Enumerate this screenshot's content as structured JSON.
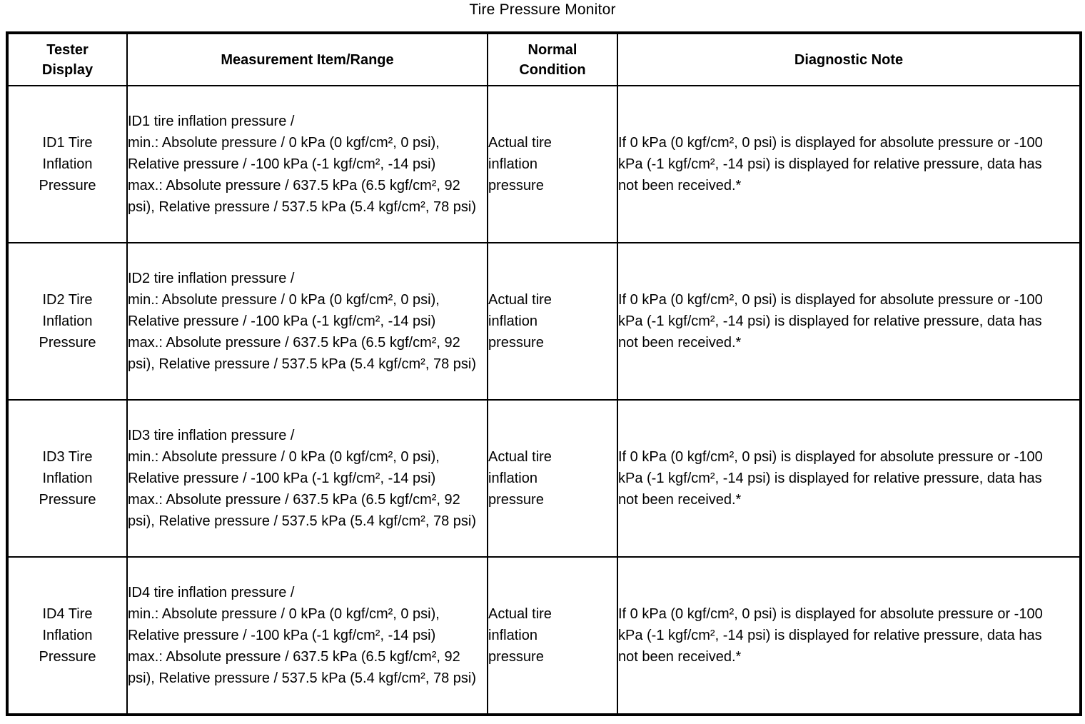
{
  "title": "Tire Pressure Monitor",
  "table": {
    "headers": {
      "tester_display": "Tester Display",
      "measurement": "Measurement Item/Range",
      "normal_condition": "Normal Condition",
      "diagnostic_note": "Diagnostic Note"
    },
    "rows": [
      {
        "tester_display": "ID1 Tire Inflation Pressure",
        "measurement": "ID1 tire inflation pressure /\nmin.: Absolute pressure / 0 kPa (0 kgf/cm², 0 psi), Relative pressure / -100 kPa (-1 kgf/cm², -14 psi)\nmax.: Absolute pressure / 637.5 kPa (6.5 kgf/cm², 92 psi), Relative pressure / 537.5 kPa (5.4 kgf/cm², 78 psi)",
        "normal_condition": "Actual tire inflation pressure",
        "diagnostic_note": "If 0 kPa (0 kgf/cm², 0 psi) is displayed for absolute pressure or -100 kPa (-1 kgf/cm², -14 psi) is displayed for relative pressure, data has not been received.*"
      },
      {
        "tester_display": "ID2 Tire Inflation Pressure",
        "measurement": "ID2 tire inflation pressure /\nmin.: Absolute pressure / 0 kPa (0 kgf/cm², 0 psi), Relative pressure / -100 kPa (-1 kgf/cm², -14 psi)\nmax.: Absolute pressure / 637.5 kPa (6.5 kgf/cm², 92 psi), Relative pressure / 537.5 kPa (5.4 kgf/cm², 78 psi)",
        "normal_condition": "Actual tire inflation pressure",
        "diagnostic_note": "If 0 kPa (0 kgf/cm², 0 psi) is displayed for absolute pressure or -100 kPa (-1 kgf/cm², -14 psi) is displayed for relative pressure, data has not been received.*"
      },
      {
        "tester_display": "ID3 Tire Inflation Pressure",
        "measurement": "ID3 tire inflation pressure /\nmin.: Absolute pressure / 0 kPa (0 kgf/cm², 0 psi), Relative pressure / -100 kPa (-1 kgf/cm², -14 psi)\nmax.: Absolute pressure / 637.5 kPa (6.5 kgf/cm², 92 psi), Relative pressure / 537.5 kPa (5.4 kgf/cm², 78 psi)",
        "normal_condition": "Actual tire inflation pressure",
        "diagnostic_note": "If 0 kPa (0 kgf/cm², 0 psi) is displayed for absolute pressure or -100 kPa (-1 kgf/cm², -14 psi) is displayed for relative pressure, data has not been received.*"
      },
      {
        "tester_display": "ID4 Tire Inflation Pressure",
        "measurement": "ID4 tire inflation pressure /\nmin.: Absolute pressure / 0 kPa (0 kgf/cm², 0 psi), Relative pressure / -100 kPa (-1 kgf/cm², -14 psi)\nmax.: Absolute pressure / 637.5 kPa (6.5 kgf/cm², 92 psi), Relative pressure / 537.5 kPa (5.4 kgf/cm², 78 psi)",
        "normal_condition": "Actual tire inflation pressure",
        "diagnostic_note": "If 0 kPa (0 kgf/cm², 0 psi) is displayed for absolute pressure or -100 kPa (-1 kgf/cm², -14 psi) is displayed for relative pressure, data has not been received.*"
      }
    ]
  }
}
